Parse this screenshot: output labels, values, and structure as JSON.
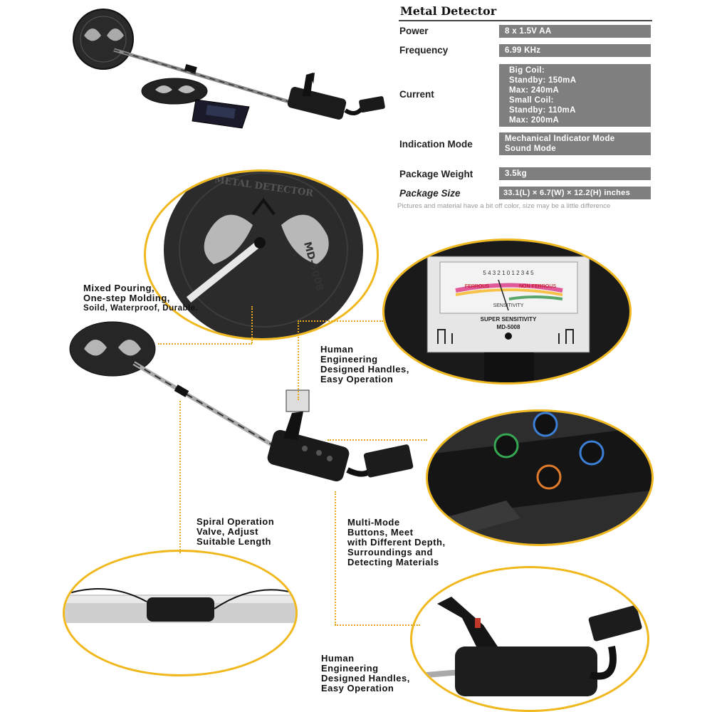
{
  "spec": {
    "title": "Metal Detector",
    "rows": [
      {
        "label": "Power",
        "lines": [
          "8 x 1.5V AA"
        ]
      },
      {
        "label": "Frequency",
        "lines": [
          "6.99 KHz"
        ]
      },
      {
        "label": "Current",
        "lines": [
          "Big Coil:",
          "Standby: 150mA",
          "Max: 240mA",
          "Small Coil:",
          "Standby: 110mA",
          "Max: 200mA"
        ]
      },
      {
        "label": "Indication Mode",
        "lines": [
          "Mechanical Indicator Mode",
          "Sound Mode"
        ]
      },
      {
        "label": "Package Weight",
        "lines": [
          "3.5kg"
        ]
      },
      {
        "label": "Package Size",
        "lines": [
          "33.1(L) × 6.7(W) × 12.2(H) inches"
        ]
      }
    ],
    "note": "Pictures and material have a bit off color, size may be a little difference"
  },
  "callouts": {
    "coil": [
      "Mixed Pouring,",
      "One-step Molding,",
      "Soild, Waterproof, Durable."
    ],
    "handle_top": [
      "Human",
      "Engineering",
      "Designed Handles,",
      "Easy Operation"
    ],
    "spiral": [
      "Spiral Operation",
      "Valve, Adjust",
      "Suitable Length"
    ],
    "buttons": [
      "Multi-Mode",
      "Buttons, Meet",
      "with Different Depth,",
      "Surroundings and",
      "Detecting Materials"
    ],
    "handle_bottom": [
      "Human",
      "Engineering",
      "Designed Handles,",
      "Easy Operation"
    ]
  },
  "coil_text": {
    "brand": "METAL DETECTOR",
    "model": "MD-5008"
  },
  "meter": {
    "scale": "5 4 3 2 1 0 1 2 3 4 5",
    "ferrous": "FERROUS",
    "nonferrous": "NON-FERROUS",
    "sensitivity": "SENSITIVITY",
    "super": "SUPER SENSITIVITY",
    "model": "MD-5008"
  },
  "colors": {
    "accent": "#f0b81c",
    "spec_bg": "#7f7f7f"
  }
}
